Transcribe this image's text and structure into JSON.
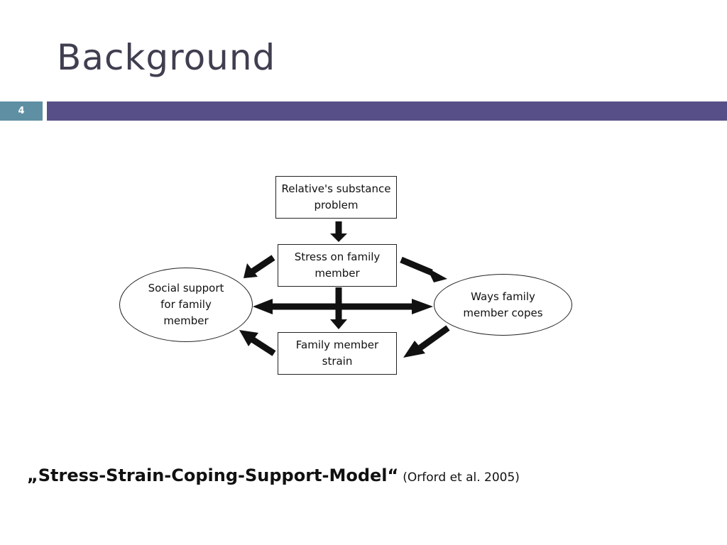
{
  "slide": {
    "title": "Background",
    "page_number": "4",
    "colors": {
      "title_bar": "#575088",
      "page_tab": "#5f8fa3",
      "title_text": "#3f3f50"
    }
  },
  "diagram": {
    "nodes": {
      "substance": "Relative's substance\nproblem",
      "stress": "Stress on family\nmember",
      "strain": "Family member\nstrain",
      "support": "Social support\nfor family\nmember",
      "copes": "Ways family\nmember copes"
    }
  },
  "caption": {
    "model_name": "„Stress-Strain-Coping-Support-Model“",
    "citation": "(Orford et al. 2005)"
  }
}
